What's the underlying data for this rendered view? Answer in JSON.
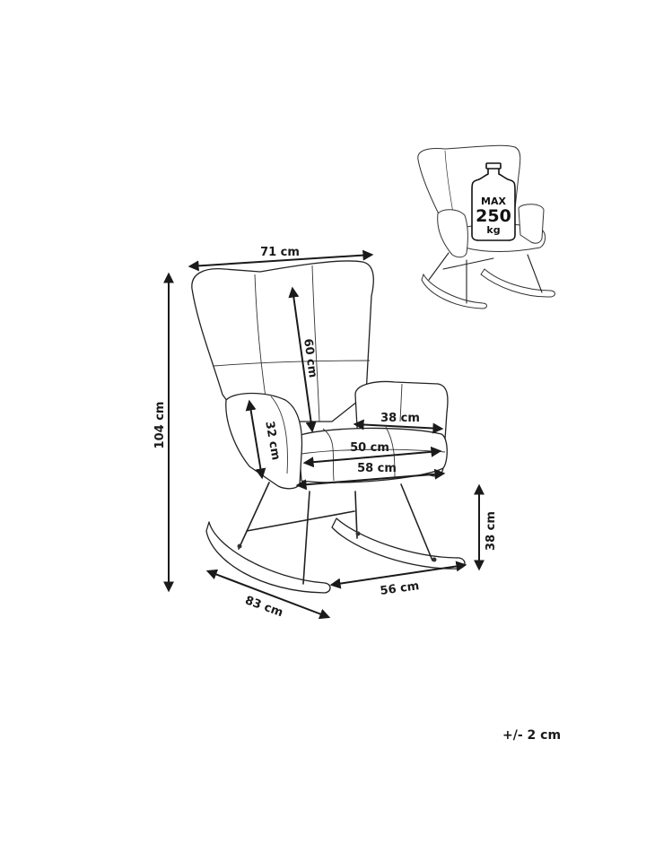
{
  "dimensions": {
    "width": "71 cm",
    "height": "104 cm",
    "back_height": "60 cm",
    "armrest_height": "32 cm",
    "armrest_depth": "38 cm",
    "seat_width": "50 cm",
    "seat_width_outer": "58 cm",
    "seat_height": "38 cm",
    "depth": "83 cm",
    "rocker_width": "56 cm"
  },
  "max_load": {
    "line1": "MAX",
    "value": "250",
    "unit": "kg"
  },
  "tolerance": "+/- 2 cm"
}
